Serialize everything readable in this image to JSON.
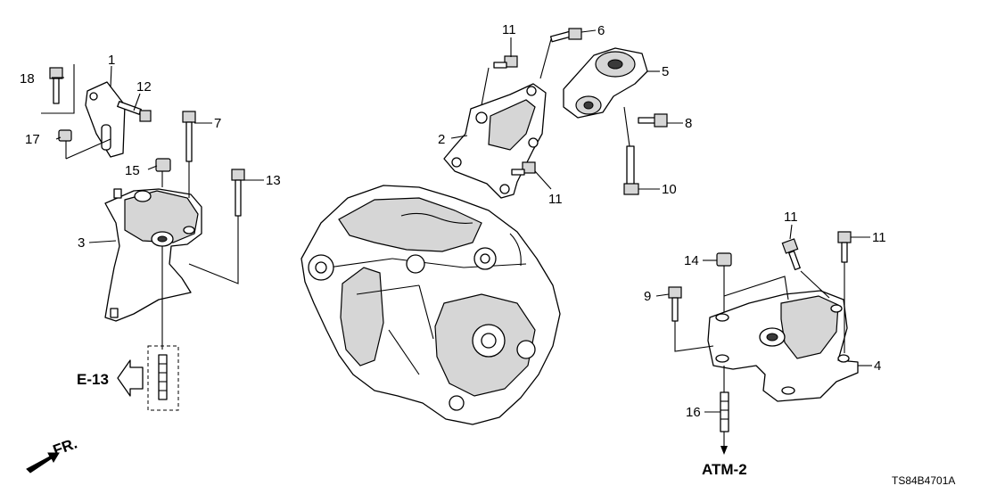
{
  "callouts": {
    "c1": "1",
    "c2": "2",
    "c3": "3",
    "c4": "4",
    "c5": "5",
    "c6": "6",
    "c7": "7",
    "c8": "8",
    "c9": "9",
    "c10": "10",
    "c11a": "11",
    "c11b": "11",
    "c11c": "11",
    "c11d": "11",
    "c12": "12",
    "c13": "13",
    "c14": "14",
    "c15": "15",
    "c16": "16",
    "c17": "17",
    "c18": "18"
  },
  "refs": {
    "left_ref": "E-13",
    "bottom_ref": "ATM-2",
    "front_label": "FR."
  },
  "diagram_code": "TS84B4701A"
}
